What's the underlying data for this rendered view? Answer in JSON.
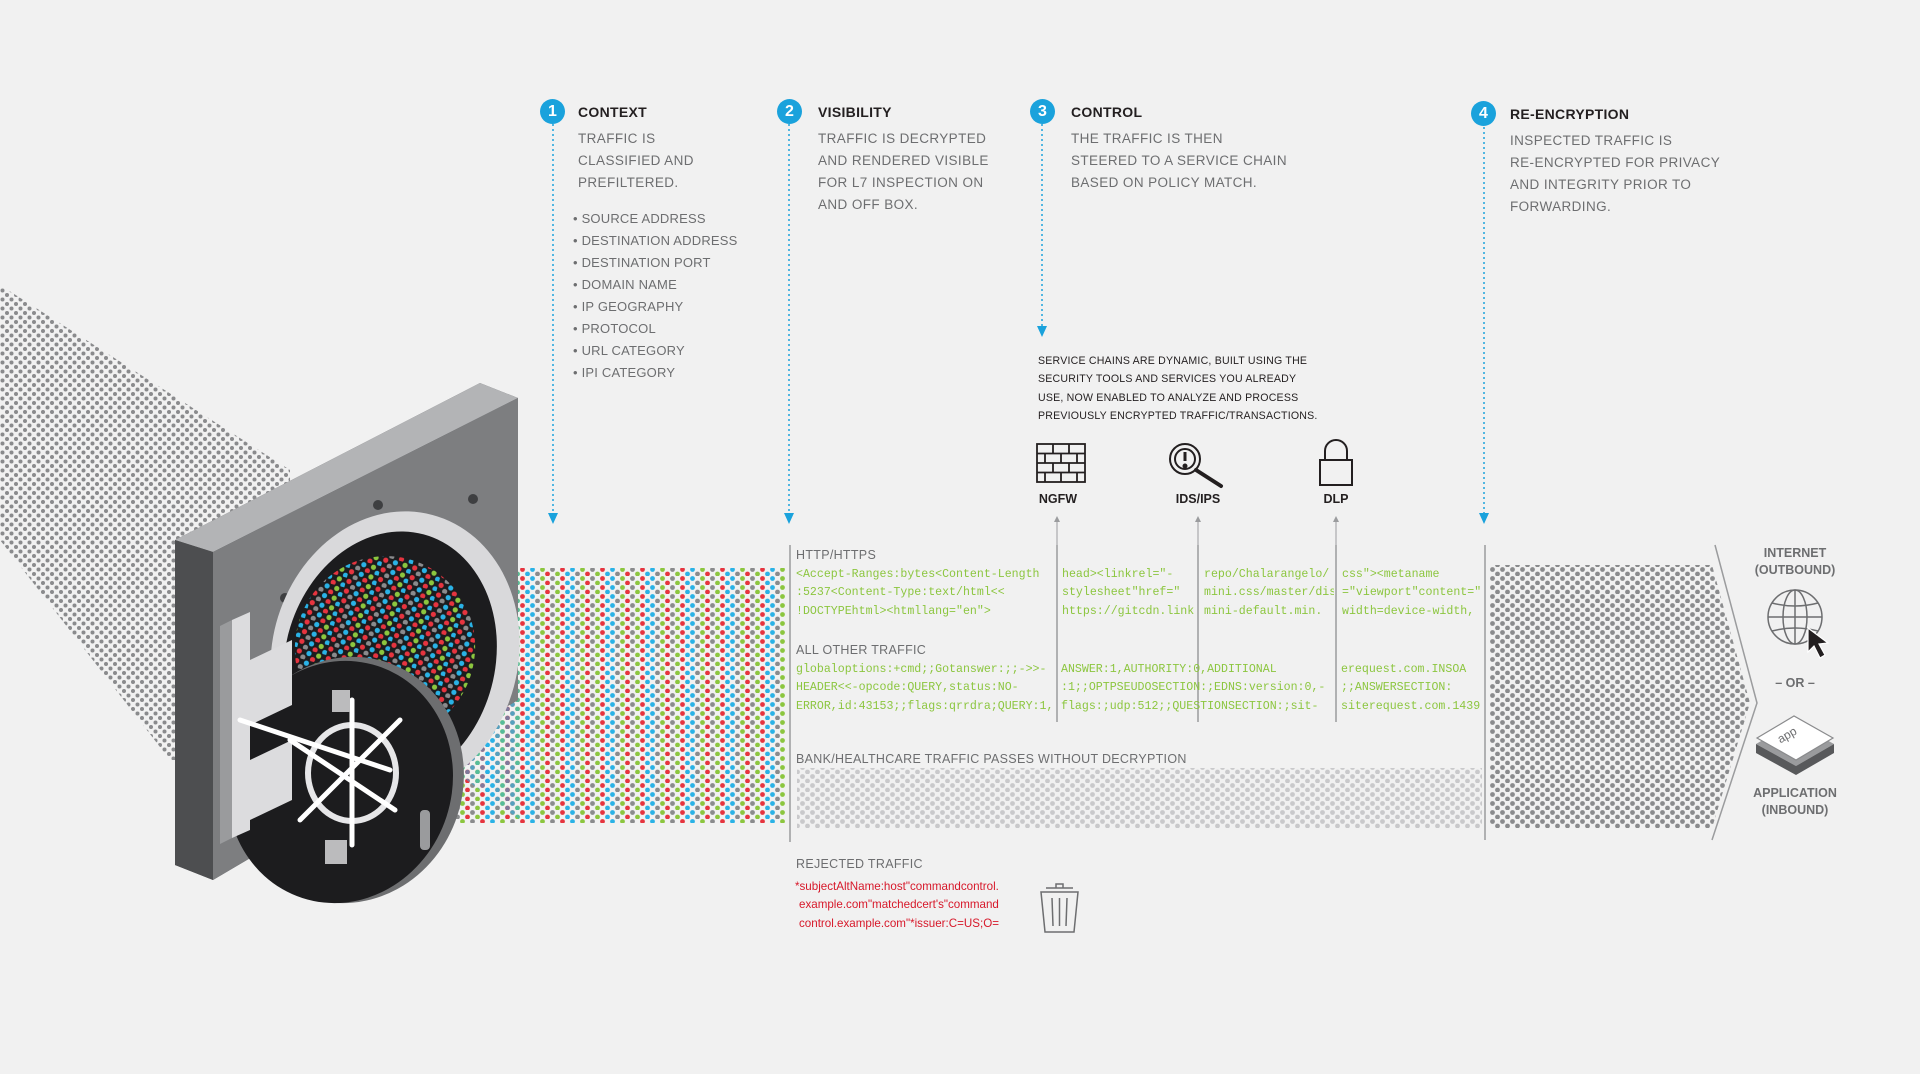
{
  "steps": [
    {
      "num": "1",
      "title": "CONTEXT",
      "lines": [
        "TRAFFIC IS",
        "CLASSIFIED AND",
        "PREFILTERED."
      ]
    },
    {
      "num": "2",
      "title": "VISIBILITY",
      "lines": [
        "TRAFFIC IS DECRYPTED",
        "AND RENDERED VISIBLE",
        "FOR L7 INSPECTION ON",
        "AND OFF BOX."
      ]
    },
    {
      "num": "3",
      "title": "CONTROL",
      "lines": [
        "THE TRAFFIC IS THEN",
        "STEERED TO A SERVICE CHAIN",
        "BASED ON POLICY MATCH."
      ]
    },
    {
      "num": "4",
      "title": "RE-ENCRYPTION",
      "lines": [
        "INSPECTED TRAFFIC IS",
        "RE-ENCRYPTED FOR PRIVACY",
        "AND INTEGRITY PRIOR TO",
        "FORWARDING."
      ]
    }
  ],
  "criteria": [
    "• SOURCE ADDRESS",
    "• DESTINATION ADDRESS",
    "• DESTINATION PORT",
    "• DOMAIN NAME",
    "• IP GEOGRAPHY",
    "• PROTOCOL",
    "• URL CATEGORY",
    "• IPI CATEGORY"
  ],
  "service_note": [
    "SERVICE CHAINS ARE DYNAMIC, BUILT USING THE",
    "SECURITY TOOLS AND SERVICES YOU ALREADY",
    "USE, NOW ENABLED TO ANALYZE AND PROCESS",
    "PREVIOUSLY ENCRYPTED TRAFFIC/TRANSACTIONS."
  ],
  "tools": [
    {
      "label": "NGFW",
      "icon": "firewall-icon"
    },
    {
      "label": "IDS/IPS",
      "icon": "magnifier-alert-icon"
    },
    {
      "label": "DLP",
      "icon": "lock-icon"
    }
  ],
  "lanes": {
    "http": {
      "label": "HTTP/HTTPS",
      "blocks": [
        [
          "<Accept-Ranges:bytes<Content-Length",
          ":5237<Content-Type:text/html<<",
          "!DOCTYPEhtml><htmllang=\"en\">"
        ],
        [
          "head><linkrel=\"-",
          "stylesheet\"href=\"",
          "https://gitcdn.link/"
        ],
        [
          "repo/Chalarangelo/",
          "mini.css/master/dist/",
          "mini-default.min."
        ],
        [
          "css\"><metaname",
          "=\"viewport\"content=\"",
          "width=device-width,"
        ]
      ]
    },
    "other": {
      "label": "ALL OTHER TRAFFIC",
      "blocks": [
        [
          "globaloptions:+cmd;;Gotanswer:;;->>-",
          "HEADER<<-opcode:QUERY,status:NO-",
          "ERROR,id:43153;;flags:qrrdra;QUERY:1,"
        ],
        [
          "ANSWER:1,AUTHORITY:0,ADDITIONAL",
          ":1;;OPTPSEUDOSECTION:;EDNS:version:0,-",
          "flags:;udp:512;;QUESTIONSECTION:;sit-"
        ],
        [
          "erequest.com.INSOA",
          ";;ANSWERSECTION:",
          "siterequest.com.1439"
        ]
      ]
    },
    "bank": {
      "label": "BANK/HEALTHCARE TRAFFIC PASSES WITHOUT DECRYPTION"
    },
    "rejected": {
      "label": "REJECTED TRAFFIC",
      "lines": [
        "*subjectAltName:host\"commandcontrol.",
        "example.com\"matchedcert's\"command",
        "control.example.com\"*issuer:C=US;O="
      ],
      "icon": "trash-icon"
    }
  },
  "destinations": {
    "internet": [
      "INTERNET",
      "(OUTBOUND)"
    ],
    "or": "– OR –",
    "application": [
      "APPLICATION",
      "(INBOUND)"
    ],
    "app_icon_text": "app"
  },
  "colors": {
    "accent": "#1aa2dc",
    "code_green": "#8cc63f",
    "rejected_red": "#d7182a",
    "dot_red": "#e6343f",
    "dot_blue": "#2ab2e6",
    "dot_green": "#8cc63f",
    "dot_gray": "#8a8b8d"
  }
}
